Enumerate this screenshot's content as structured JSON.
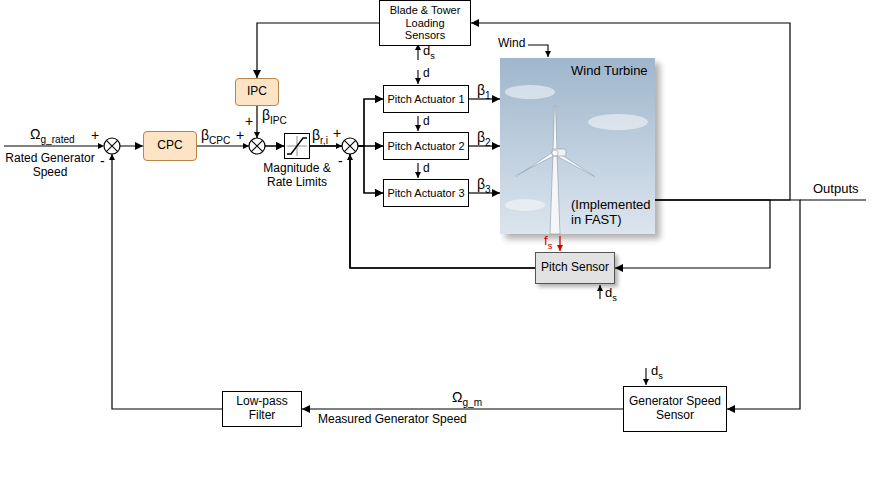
{
  "diagram": {
    "nodes": [
      {
        "text": [
          "Blade & Tower Loading Sensors"
        ]
      },
      {
        "text": [
          "IPC"
        ]
      },
      {
        "text": [
          "CPC"
        ]
      },
      {
        "text": [
          "Magnitude & Rate Limits"
        ]
      },
      {
        "text": [
          "Pitch Actuator 1"
        ]
      },
      {
        "text": [
          "Pitch Actuator 2"
        ]
      },
      {
        "text": [
          "Pitch Actuator 3"
        ]
      },
      {
        "text": [
          "Wind Turbine",
          "(Implemented in FAST)"
        ]
      },
      {
        "text": [
          "Pitch Sensor"
        ]
      },
      {
        "text": [
          "Low-pass Filter"
        ]
      },
      {
        "text": [
          "Generator Speed Sensor"
        ]
      }
    ],
    "edges": [
      {
        "from": 0,
        "to": 1,
        "arrow": "to"
      },
      {
        "from": 2,
        "to": 3,
        "arrow": "to"
      },
      {
        "from": 1,
        "to": 3,
        "arrow": "to"
      },
      {
        "from": 3,
        "to": 4,
        "arrow": "to"
      },
      {
        "from": 3,
        "to": 5,
        "arrow": "to"
      },
      {
        "from": 3,
        "to": 6,
        "arrow": "to"
      },
      {
        "from": 8,
        "to": 4,
        "arrow": "to"
      },
      {
        "from": 8,
        "to": 5,
        "arrow": "to"
      },
      {
        "from": 8,
        "to": 6,
        "arrow": "to"
      },
      {
        "from": 4,
        "to": 7,
        "arrow": "to"
      },
      {
        "from": 5,
        "to": 7,
        "arrow": "to"
      },
      {
        "from": 6,
        "to": 7,
        "arrow": "to"
      },
      {
        "from": 7,
        "to": 0,
        "arrow": "to"
      },
      {
        "from": 7,
        "to": 8,
        "arrow": "to"
      },
      {
        "from": 7,
        "to": 10,
        "arrow": "to"
      },
      {
        "from": 10,
        "to": 9,
        "arrow": "to"
      },
      {
        "from": 9,
        "to": 2,
        "arrow": "to"
      }
    ],
    "labels": [
      "Ωg_rated",
      "+",
      "Rated Generator Speed",
      "-",
      "βCPC",
      "+",
      "βIPC",
      "+",
      "βr,i",
      "+",
      "-",
      "d",
      "d",
      "d",
      "ds",
      "β1",
      "β2",
      "β3",
      "Wind",
      "Outputs",
      "fs",
      "ds",
      "ds",
      "Ωg_m",
      "Measured Generator Speed"
    ]
  }
}
